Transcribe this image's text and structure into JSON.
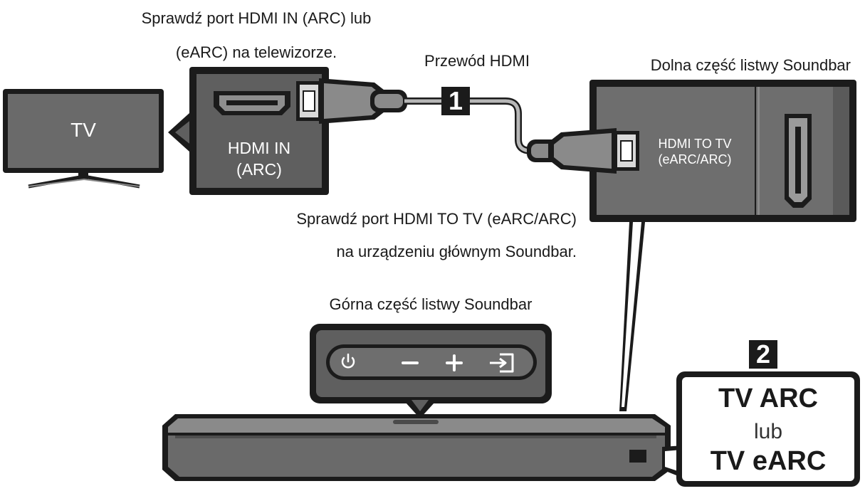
{
  "labels": {
    "tv_port_check": [
      "Sprawdź port HDMI IN (ARC) lub",
      "(eARC) na telewizorze."
    ],
    "cable": "Przewód HDMI",
    "soundbar_bottom": "Dolna część listwy Soundbar",
    "soundbar_port_check": [
      "Sprawdź port HDMI TO TV (eARC/ARC)",
      "na urządzeniu głównym Soundbar."
    ],
    "soundbar_top": "Górna część listwy Soundbar"
  },
  "tv": {
    "screen_text": "TV"
  },
  "tv_port": {
    "line1": "HDMI IN",
    "line2": "(ARC)"
  },
  "soundbar_port": {
    "line1": "HDMI TO TV",
    "line2": "(eARC/ARC)"
  },
  "steps": {
    "step1": "1",
    "step2": "2"
  },
  "control_panel": {
    "buttons": [
      {
        "name": "power",
        "icon": "power-icon"
      },
      {
        "name": "volume-down",
        "icon": "minus-icon"
      },
      {
        "name": "volume-up",
        "icon": "plus-icon"
      },
      {
        "name": "source",
        "icon": "input-source-icon"
      }
    ]
  },
  "display": {
    "line1": "TV ARC",
    "line2": "lub",
    "line3": "TV eARC"
  },
  "colors": {
    "panel_dark": "#5f5f5f",
    "panel_border": "#1b1b1b",
    "port_gray": "#7a7a7a",
    "cable_gray": "#b7b7b7",
    "soundbar_body": "#6a6a6a"
  }
}
